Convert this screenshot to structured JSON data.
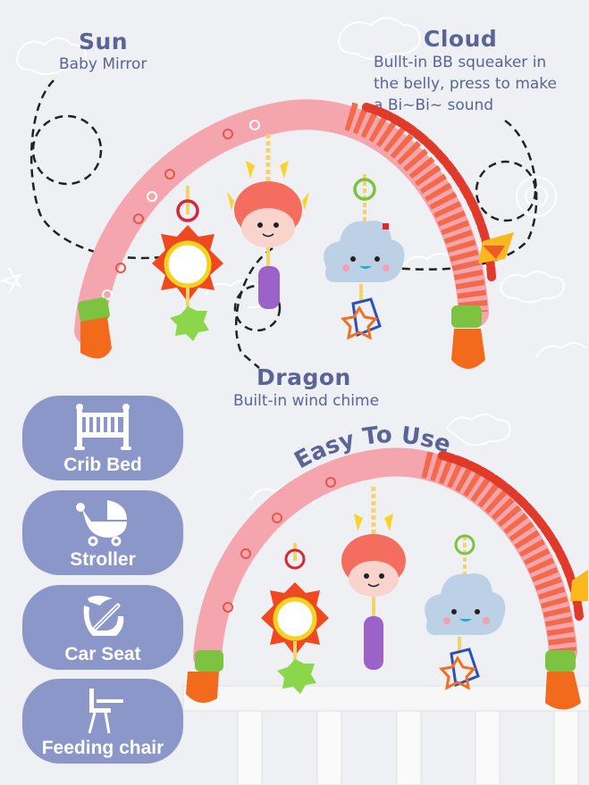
{
  "callouts": {
    "sun": {
      "title": "Sun",
      "desc": "Baby Mirror"
    },
    "cloud": {
      "title": "Cloud",
      "desc_lines": [
        "Bullt-in BB squeaker in",
        "the belly, press to make",
        "a Bi~Bi~ sound"
      ]
    },
    "dragon": {
      "title": "Dragon",
      "desc": "Built-in wind chime"
    }
  },
  "headline": "Easy To Use",
  "usage_badges": [
    {
      "label": "Crib Bed",
      "icon": "crib-icon"
    },
    {
      "label": "Stroller",
      "icon": "stroller-icon"
    },
    {
      "label": "Car Seat",
      "icon": "car-seat-icon"
    },
    {
      "label": "Feeding chair",
      "icon": "feeding-chair-icon"
    }
  ],
  "colors": {
    "text_accent": "#5a6496",
    "badge_bg": "#8b96c9",
    "arch_pink": "#f2a0a8",
    "arch_scales": "#f05a3c",
    "background": "#eef0f3"
  }
}
